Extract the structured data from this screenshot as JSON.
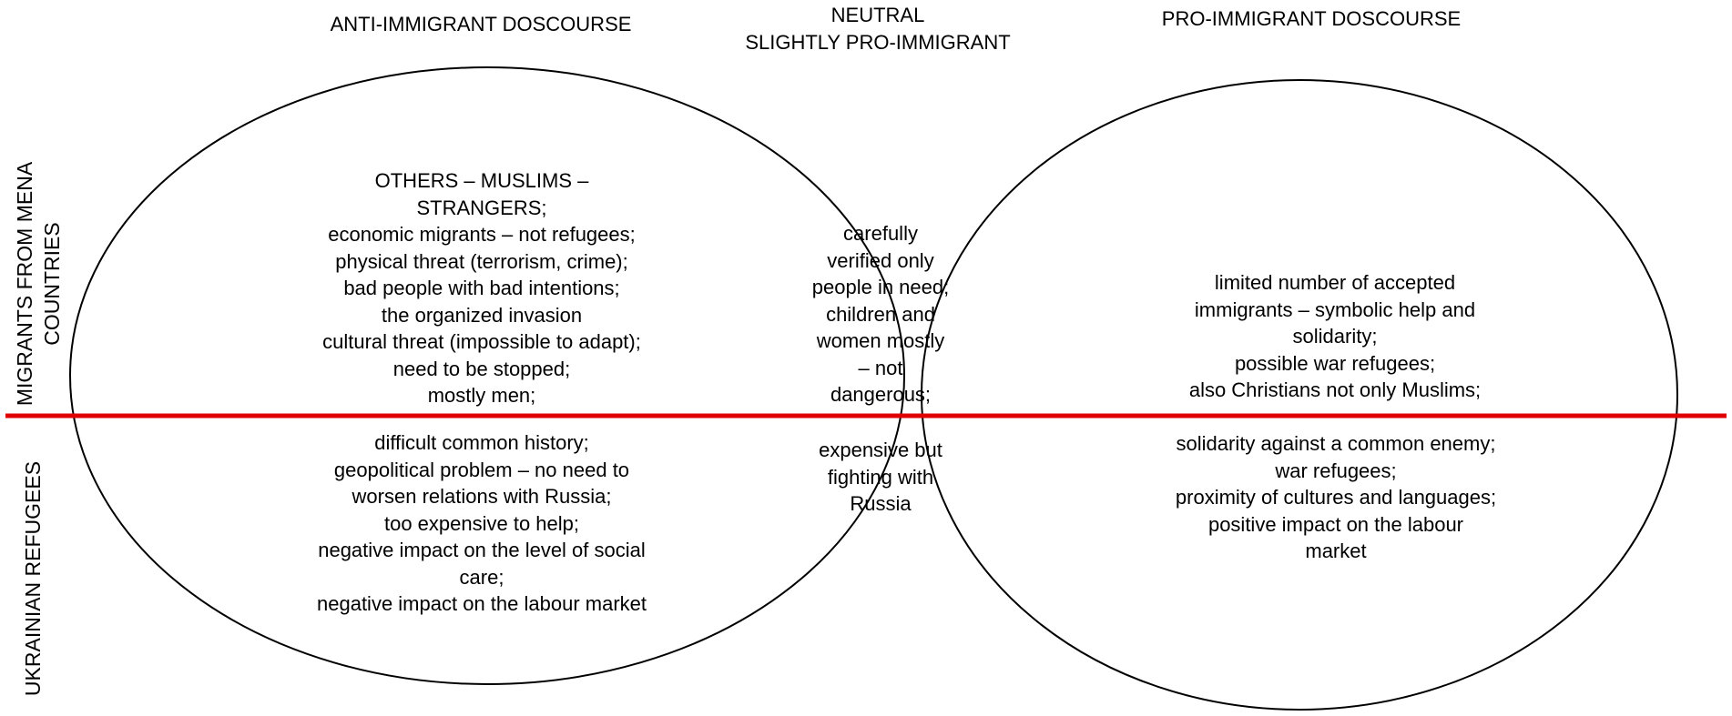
{
  "headers": {
    "anti": [
      "ANTI-IMMIGRANT DOSCOURSE"
    ],
    "neutral": [
      "NEUTRAL",
      "SLIGHTLY PRO-IMMIGRANT"
    ],
    "pro": [
      "PRO-IMMIGRANT DOSCOURSE"
    ]
  },
  "row_labels": {
    "mena": [
      "MIGRANTS FROM MENA",
      "COUNTRIES"
    ],
    "ukraine": [
      "UKRAINIAN REFUGEES"
    ]
  },
  "cells": {
    "mena_anti": [
      "OTHERS – MUSLIMS –",
      "STRANGERS;",
      "economic migrants – not refugees;",
      "physical threat (terrorism, crime);",
      "bad people with bad intentions;",
      "the organized invasion",
      "cultural threat (impossible to adapt);",
      "need to be stopped;",
      "mostly men;"
    ],
    "mena_neutral": [
      "carefully",
      "verified only",
      "people in need;",
      "children and",
      "women mostly",
      "– not",
      "dangerous;"
    ],
    "mena_pro": [
      "limited number of accepted",
      "immigrants – symbolic help and",
      "solidarity;",
      "possible war refugees;",
      "also Christians not only Muslims;"
    ],
    "ukraine_anti": [
      "difficult common history;",
      "geopolitical problem – no need to",
      "worsen relations with Russia;",
      "too expensive to help;",
      "negative impact on the level of social",
      "care;",
      "negative impact on the labour market"
    ],
    "ukraine_neutral": [
      "expensive but",
      "fighting with",
      "Russia"
    ],
    "ukraine_pro": [
      "solidarity against a common enemy;",
      "war refugees;",
      "proximity of cultures and languages;",
      "positive impact on the labour",
      "market"
    ]
  },
  "colors": {
    "divider": "#e00000",
    "outline": "#000000"
  }
}
